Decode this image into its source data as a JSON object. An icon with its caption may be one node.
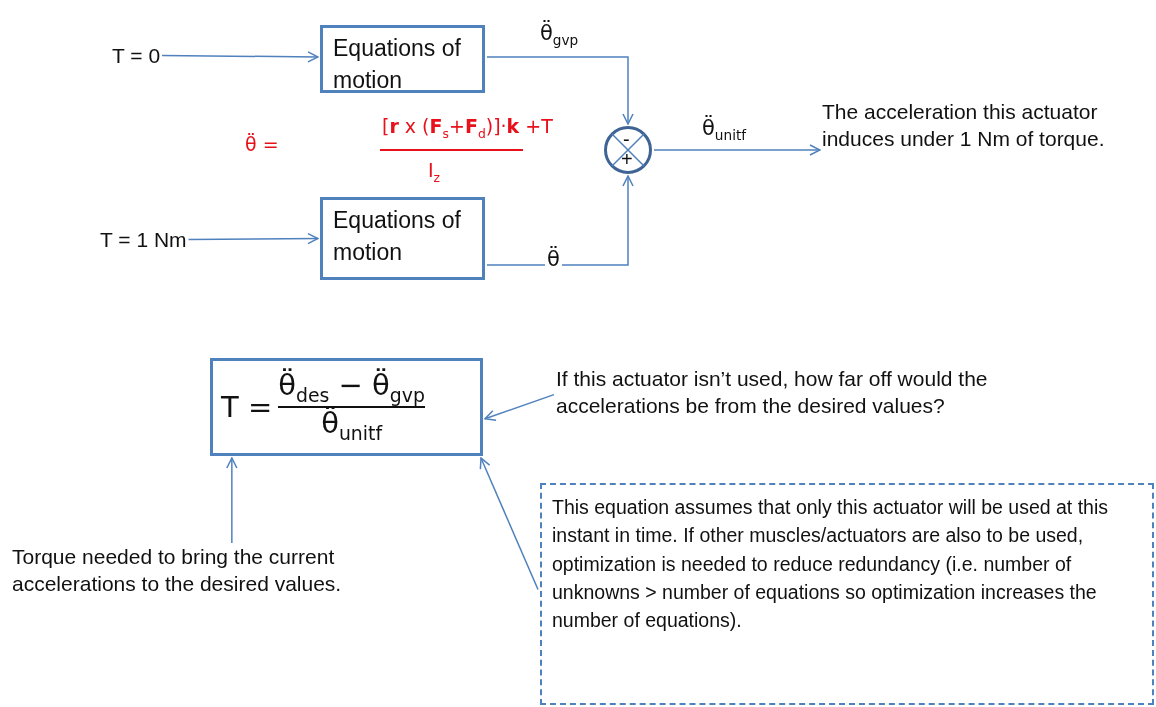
{
  "diagram": {
    "nodes": [
      {
        "text": [
          "T = 0"
        ]
      },
      {
        "text": [
          "Equations of motion"
        ]
      },
      {
        "text": [
          "T = 1 Nm"
        ]
      },
      {
        "text": [
          "Equations of motion"
        ]
      },
      {
        "text": [
          "-",
          "+"
        ]
      },
      {
        "text": [
          "The acceleration this actuator induces under 1 Nm of torque."
        ]
      },
      {
        "text": [
          "T =",
          "θ̈$_{des}$ − θ̈$_{gvp}$",
          "θ̈$_{unitf}$"
        ]
      },
      {
        "text": [
          "If this actuator isn’t used, how far off would the accelerations be from the desired values?"
        ]
      },
      {
        "text": [
          "Torque needed to bring the current accelerations to the desired values."
        ]
      },
      {
        "text": [
          "This equation assumes that only this actuator will be used at this instant in time. If other muscles/actuators are also to be used, optimization is needed to reduce redundancy (i.e. number of unknowns > number of equations so optimization increases the number of equations)."
        ]
      }
    ],
    "edges": [
      {
        "from": 0,
        "to": 1,
        "arrow": "to"
      },
      {
        "from": 2,
        "to": 3,
        "arrow": "to"
      },
      {
        "from": 1,
        "to": 4,
        "arrow": "to",
        "label": "θ̈$_{gvp}$"
      },
      {
        "from": 3,
        "to": 4,
        "arrow": "to",
        "label": "θ̈"
      },
      {
        "from": 4,
        "to": 5,
        "arrow": "to",
        "label": "θ̈$_{unitf}$"
      },
      {
        "from": 7,
        "to": 6,
        "arrow": "to"
      },
      {
        "from": 8,
        "to": 6,
        "arrow": "to"
      },
      {
        "from": 9,
        "to": 6,
        "arrow": "to"
      }
    ],
    "labels": [
      "θ̈ =",
      "[**r** x (**F**$_{s}$+**F**$_{d}$)]·**k** +T",
      "I$_{z}$"
    ]
  }
}
